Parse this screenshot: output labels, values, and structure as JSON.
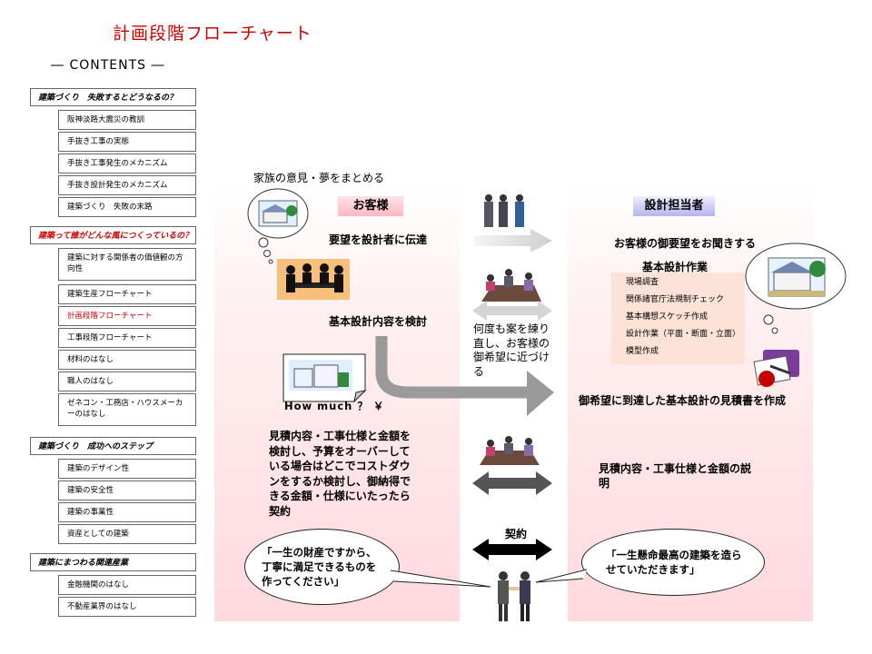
{
  "page": {
    "title": "計画段階フローチャート",
    "contents_heading": "― CONTENTS ―"
  },
  "nav": {
    "sections": [
      {
        "label": "建築づくり　失敗するとどうなるの？",
        "items": [
          "阪神淡路大震災の教訓",
          "手抜き工事の実態",
          "手抜き工事発生のメカニズム",
          "手抜き設計発生のメカニズム",
          "建築づくり　失敗の末路"
        ]
      },
      {
        "label": "建築って誰がどんな風につくっているの？",
        "items": [
          "建築に対する関係者の価値観の方向性",
          "建築生産フローチャート",
          "計画段階フローチャート",
          "工事段階フローチャート",
          "材料のはなし",
          "職人のはなし",
          "ゼネコン・工務店・ハウスメーカーのはなし"
        ]
      },
      {
        "label": "建築づくり　成功へのステップ",
        "items": [
          "建築のデザイン性",
          "建築の安全性",
          "建築の事業性",
          "資産としての建築"
        ]
      },
      {
        "label": "建築にまつわる関連産業",
        "items": [
          "金融機関のはなし",
          "不動産業界のはなし"
        ]
      }
    ],
    "active_item": "計画段階フローチャート"
  },
  "flow": {
    "family_caption": "家族の意見・夢をまとめる",
    "customer_label": "お客様",
    "designer_label": "設計担当者",
    "convey_request": "要望を設計者に伝達",
    "listen_request": "お客様の御要望をお聞きする",
    "basic_design_work": "基本設計作業",
    "tasks": [
      "現場調査",
      "関係諸官庁法規制チェック",
      "基本構想スケッチ作成",
      "設計作業（平面・断面・立面）",
      "模型作成"
    ],
    "review_basic_design": "基本設計内容を検討",
    "redo_note": "何度も案を練り直し、お客様の御希望に近づける",
    "how_much": "How much ？ ￥",
    "estimate_result": "御希望に到達した基本設計の見積書を作成",
    "customer_review": "見積内容・工事仕様と金額を検討し、予算をオーバーしている場合はどこでコストダウンをするか検討し、御納得できる金額・仕様にいたったら契約",
    "designer_explain": "見積内容・工事仕様と金額の説明",
    "contract": "契約",
    "customer_quote": "「一生の財産ですから、丁寧に満足できるものを作ってください」",
    "designer_quote": "「一生懸命最高の建築を造らせていただきます」"
  },
  "colors": {
    "title_red": "#cc0000",
    "customer_label_bg": "#ffb6c1",
    "designer_label_bg": "#b4b4f0",
    "column_bg": "#ffd9de",
    "tasks_bg": "#fde2d8"
  },
  "icons": [
    "thought-bubble-house-icon",
    "business-people-icon",
    "meeting-people-icon",
    "house-photo-icon",
    "document-pen-icon",
    "handshake-icon"
  ]
}
